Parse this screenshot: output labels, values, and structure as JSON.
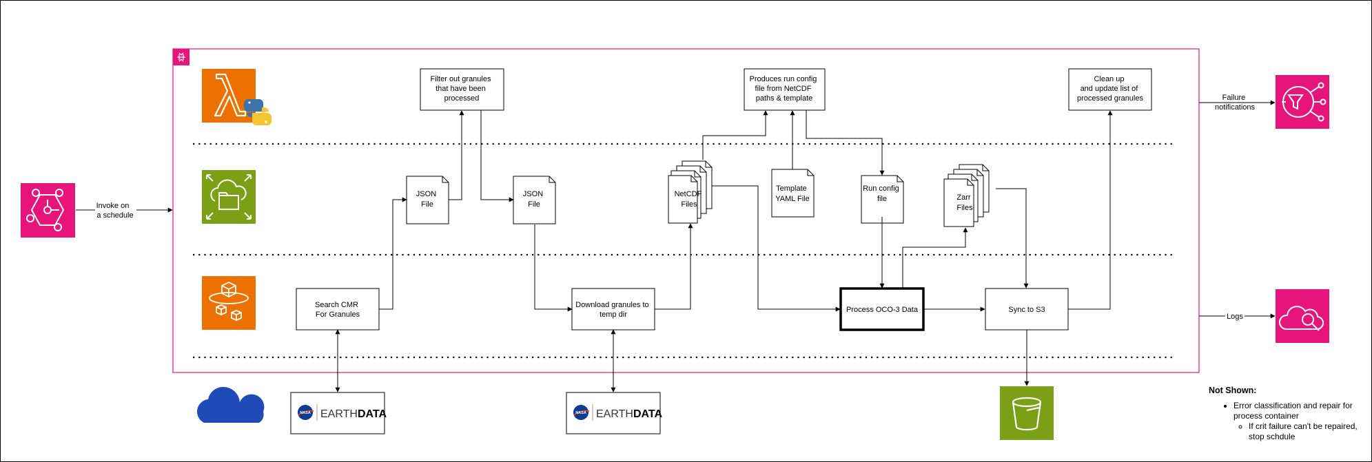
{
  "colors": {
    "aws_pink": "#E7157B",
    "aws_orange": "#ED7100",
    "aws_green": "#7AA116",
    "nasa_blue": "#0B3D91",
    "container_border": "#E7157B"
  },
  "icons": {
    "eventbridge": "eventbridge-scheduler-icon",
    "lambda": "aws-lambda-icon",
    "python": "python-logo-icon",
    "efs": "elastic-file-system-icon",
    "batch": "aws-batch-icon",
    "cloud": "cloud-icon",
    "sns": "sns-icon",
    "cloudwatch": "cloudwatch-logs-icon",
    "s3": "s3-bucket-icon",
    "container": "container-group-icon"
  },
  "edges": {
    "invoke": [
      "Invoke on",
      "a schedule"
    ],
    "failure": [
      "Failure",
      "notifications"
    ],
    "logs": "Logs"
  },
  "nodes": {
    "filter": [
      "Filter out granules",
      "that have been",
      "processed"
    ],
    "produce": [
      "Produces run config",
      "file from NetCDF",
      "paths & template"
    ],
    "cleanup": [
      "Clean up",
      "and update list of",
      "processed granules"
    ],
    "json1": [
      "JSON",
      "File"
    ],
    "json2": [
      "JSON",
      "File"
    ],
    "netcdf": [
      "NetCDF",
      "Files"
    ],
    "template": [
      "Template",
      "YAML File"
    ],
    "runcfg": [
      "Run config",
      "file"
    ],
    "zarr": [
      "Zarr",
      "Files"
    ],
    "search": [
      "Search CMR",
      "For Granules"
    ],
    "download": [
      "Download granules to",
      "temp dir"
    ],
    "process": "Process OCO-3 Data",
    "sync": "Sync to S3"
  },
  "earthdata": {
    "nasa": "NASA",
    "brand_light": "EARTH",
    "brand_bold": "DATA"
  },
  "note": {
    "title": "Not Shown:",
    "item": "Error classification and repair for process container",
    "subitem": "If crit failure can't be repaired, stop schdule"
  }
}
